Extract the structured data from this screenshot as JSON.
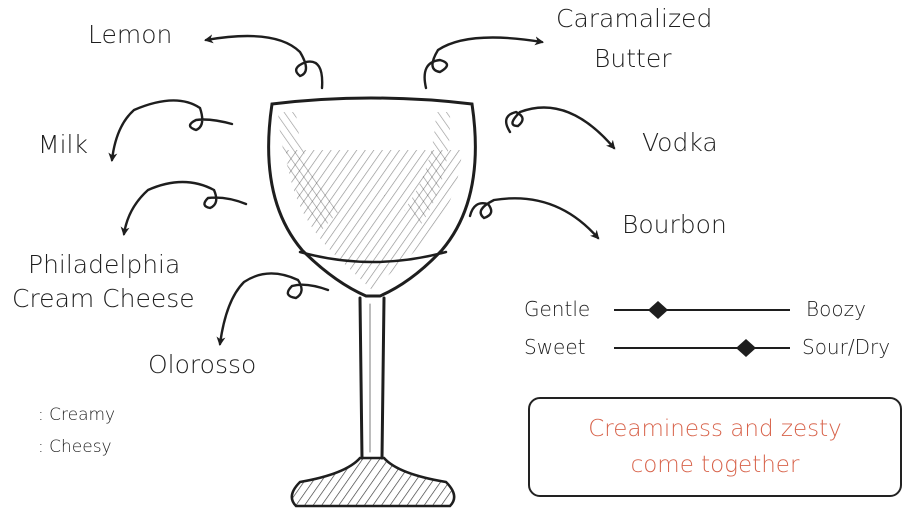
{
  "ingredients": {
    "lemon": "Lemon",
    "caramelized_butter_line1": "Caramalized",
    "caramelized_butter_line2": "Butter",
    "milk": "Milk",
    "vodka": "Vodka",
    "philadelphia_line1": "Philadelphia",
    "philadelphia_line2": "Cream Cheese",
    "bourbon": "Bourbon",
    "olorosso": "Olorosso"
  },
  "notes": [
    ": Creamy",
    ": Cheesy"
  ],
  "scales": [
    {
      "left": "Gentle",
      "right": "Boozy",
      "position": 0.25
    },
    {
      "left": "Sweet",
      "right": "Sour/Dry",
      "position": 0.75
    }
  ],
  "tagline": {
    "line1": "Creaminess and zesty",
    "line2": "come together"
  },
  "colors": {
    "tagline": "#d8644c",
    "ink": "#1e1e1e"
  }
}
